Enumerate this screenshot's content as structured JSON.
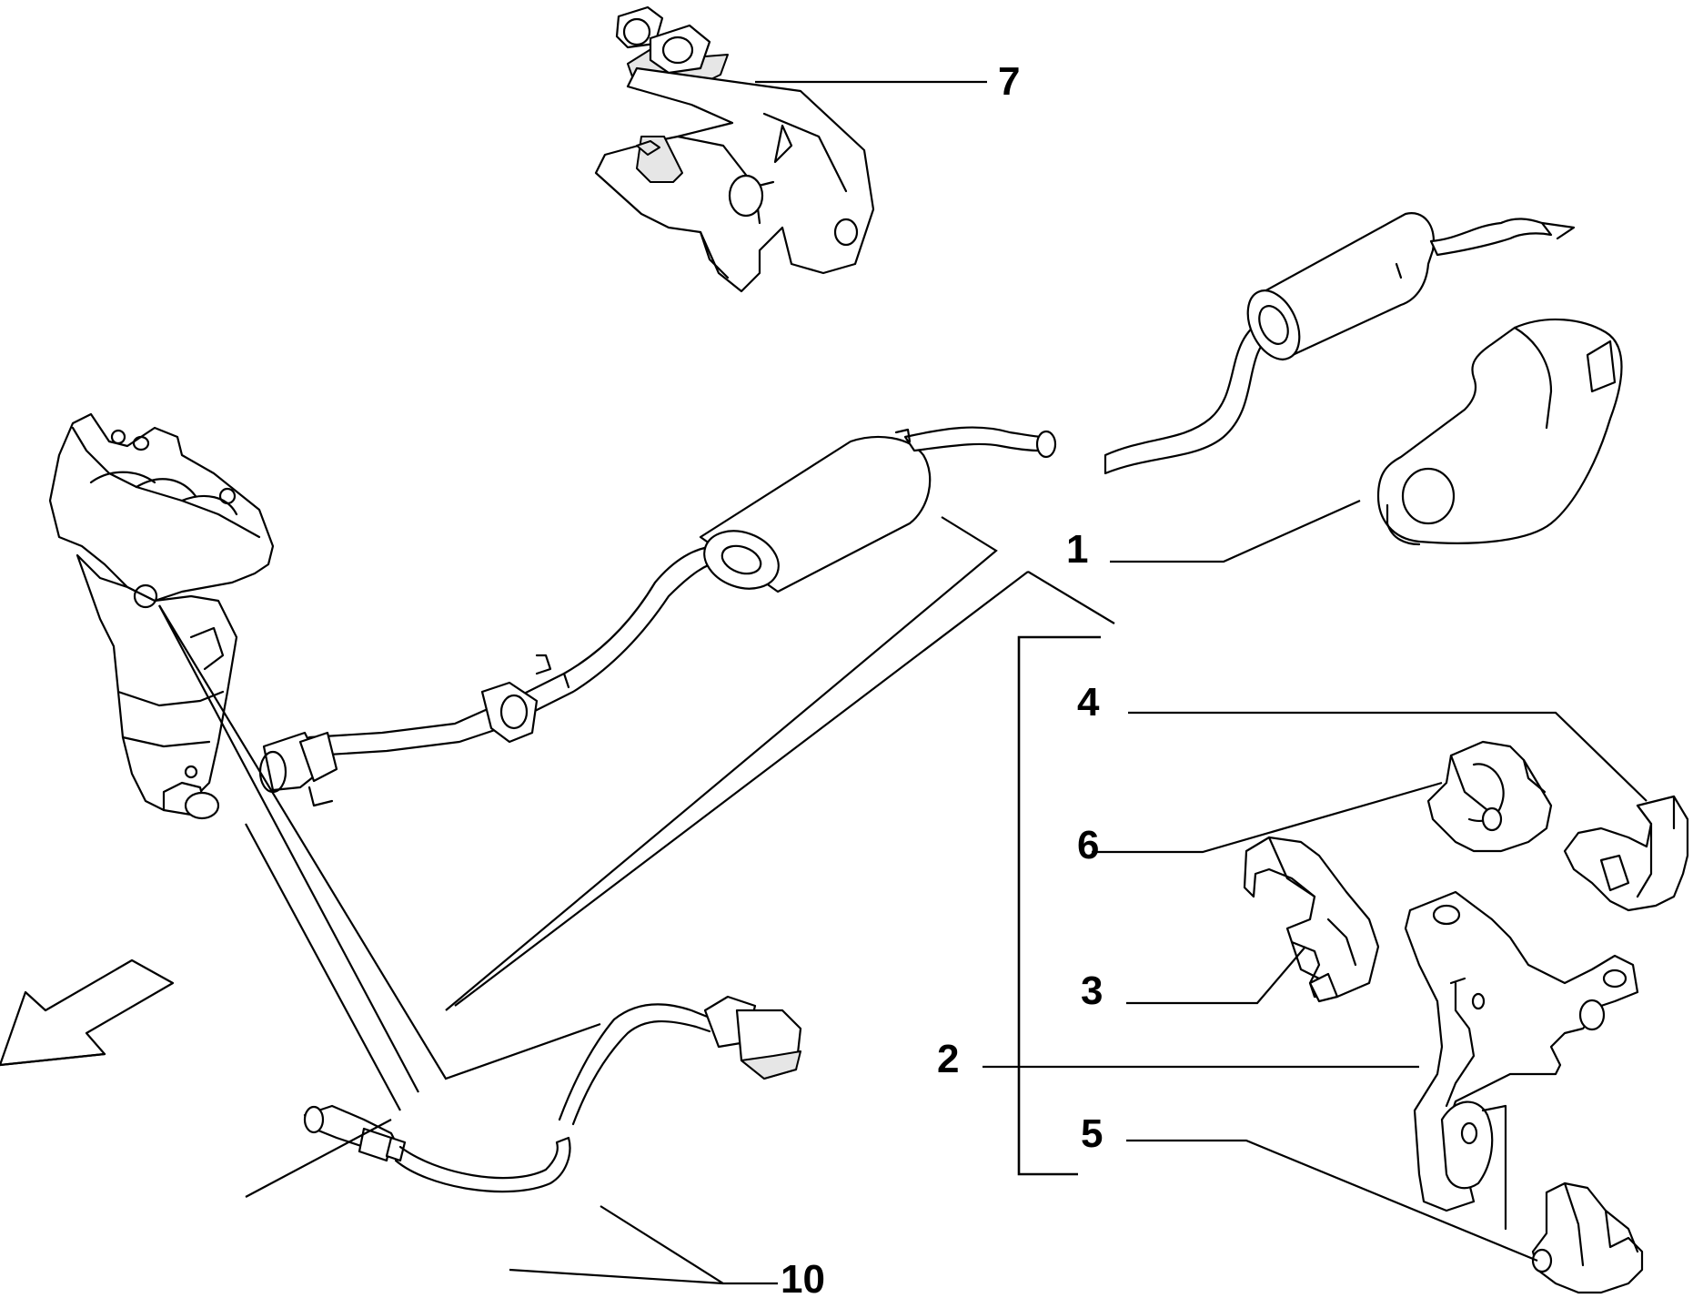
{
  "callouts": [
    {
      "id": "1",
      "label": "1"
    },
    {
      "id": "2",
      "label": "2"
    },
    {
      "id": "3",
      "label": "3"
    },
    {
      "id": "4",
      "label": "4"
    },
    {
      "id": "5",
      "label": "5"
    },
    {
      "id": "6",
      "label": "6"
    },
    {
      "id": "7",
      "label": "7"
    },
    {
      "id": "10",
      "label": "10"
    }
  ]
}
